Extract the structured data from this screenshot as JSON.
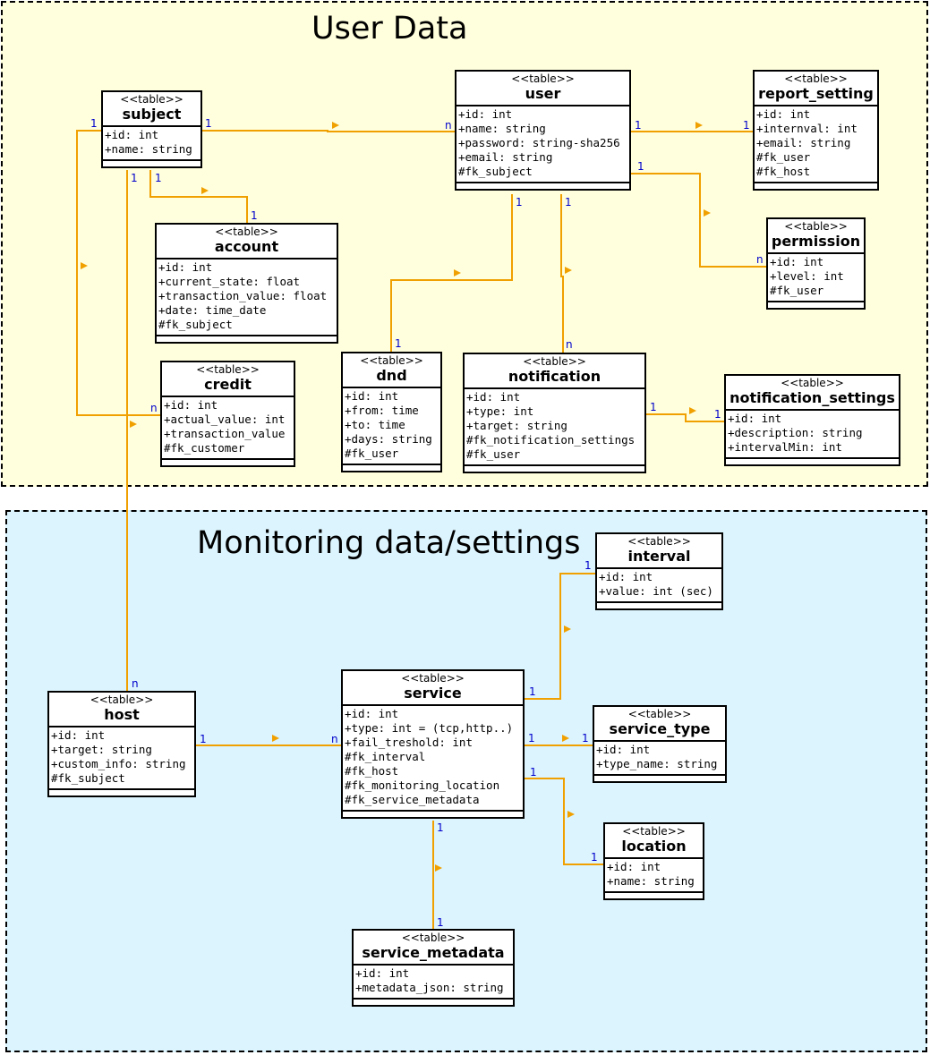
{
  "regions": {
    "user_data": "User Data",
    "monitoring": "Monitoring data/settings"
  },
  "stereotype": "<<table>>",
  "colors": {
    "connector": "#f0a000",
    "cardinality": "#0000cc",
    "user_region": "#ffffdd",
    "monitoring_region": "#dcf4fd"
  },
  "tables": {
    "subject": {
      "name": "subject",
      "fields": [
        "+id: int",
        "+name: string"
      ]
    },
    "user": {
      "name": "user",
      "fields": [
        "+id: int",
        "+name: string",
        "+password: string-sha256",
        "+email: string",
        "#fk_subject"
      ]
    },
    "report_setting": {
      "name": "report_setting",
      "fields": [
        "+id: int",
        "+internval: int",
        "+email: string",
        "#fk_user",
        "#fk_host"
      ]
    },
    "account": {
      "name": "account",
      "fields": [
        "+id: int",
        "+current_state: float",
        "+transaction_value: float",
        "+date: time_date",
        "#fk_subject"
      ]
    },
    "permission": {
      "name": "permission",
      "fields": [
        "+id: int",
        "+level: int",
        "#fk_user"
      ]
    },
    "credit": {
      "name": "credit",
      "fields": [
        "+id: int",
        "+actual_value: int",
        "+transaction_value",
        "#fk_customer"
      ]
    },
    "dnd": {
      "name": "dnd",
      "fields": [
        "+id: int",
        "+from: time",
        "+to: time",
        "+days: string",
        "#fk_user"
      ]
    },
    "notification": {
      "name": "notification",
      "fields": [
        "+id: int",
        "+type: int",
        "+target: string",
        "#fk_notification_settings",
        "#fk_user"
      ]
    },
    "notification_settings": {
      "name": "notification_settings",
      "fields": [
        "+id: int",
        "+description: string",
        "+intervalMin: int"
      ]
    },
    "interval": {
      "name": "interval",
      "fields": [
        "+id: int",
        "+value: int (sec)"
      ]
    },
    "host": {
      "name": "host",
      "fields": [
        "+id: int",
        "+target: string",
        "+custom_info: string",
        "#fk_subject"
      ]
    },
    "service": {
      "name": "service",
      "fields": [
        "+id: int",
        "+type: int = (tcp,http..)",
        "+fail_treshold: int",
        "#fk_interval",
        "#fk_host",
        "#fk_monitoring_location",
        "#fk_service_metadata"
      ]
    },
    "service_type": {
      "name": "service_type",
      "fields": [
        "+id: int",
        "+type_name: string"
      ]
    },
    "location": {
      "name": "location",
      "fields": [
        "+id: int",
        "+name: string"
      ]
    },
    "service_metadata": {
      "name": "service_metadata",
      "fields": [
        "+id: int",
        "+metadata_json: string"
      ]
    }
  },
  "cardinalities": {
    "c1": "1",
    "c2": "1",
    "c3": "n",
    "c4": "1",
    "c5": "1",
    "c6": "1",
    "c7": "1",
    "c8": "1",
    "c9": "1",
    "c10": "1",
    "c11": "1",
    "c12": "n",
    "c13": "n",
    "c14": "1",
    "c15": "1",
    "c16": "1",
    "c17": "n",
    "c18": "1",
    "c19": "n",
    "c20": "1",
    "c21": "1",
    "c22": "1",
    "c23": "1",
    "c24": "1",
    "c25": "1",
    "c26": "1"
  }
}
